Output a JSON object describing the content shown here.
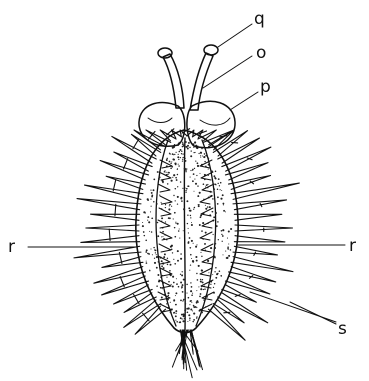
{
  "labels": {
    "q": "q",
    "o": "o",
    "p": "p",
    "r_left": "r",
    "r_right": "r",
    "s": "s"
  },
  "colors": {
    "ink": "#111111",
    "paper": "#ffffff"
  }
}
